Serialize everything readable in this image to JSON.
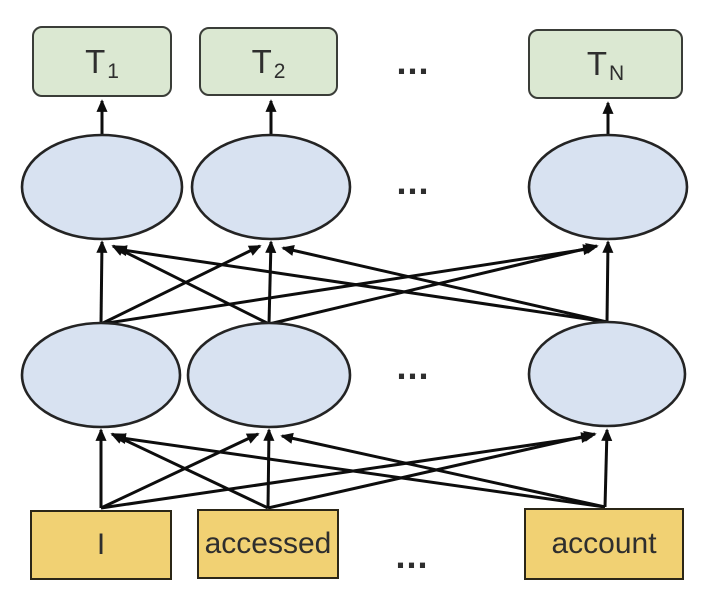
{
  "diagram": {
    "kind": "neural-network-architecture",
    "description": "Input tokens feed through two fully-connected layers of nodes to per-position output tokens"
  },
  "output_layer": {
    "tokens": [
      {
        "base": "T",
        "sub": "1"
      },
      {
        "base": "T",
        "sub": "2"
      },
      {
        "base": "T",
        "sub": "N"
      }
    ],
    "ellipsis": "..."
  },
  "hidden_layers": {
    "upper_ellipsis": "...",
    "lower_ellipsis": "..."
  },
  "input_layer": {
    "tokens": [
      "I",
      "accessed",
      "account"
    ],
    "ellipsis": "..."
  },
  "colors": {
    "output-box-fill": "#dbe8d2",
    "output-box-border": "#3a3d38",
    "node-fill": "#d8e2f1",
    "node-border": "#242424",
    "input-box-fill": "#f1d173",
    "input-box-border": "#2b2617",
    "arrow": "#0d0d0d",
    "text": "#2e2e2e",
    "canvas-bg": "#ffffff"
  }
}
